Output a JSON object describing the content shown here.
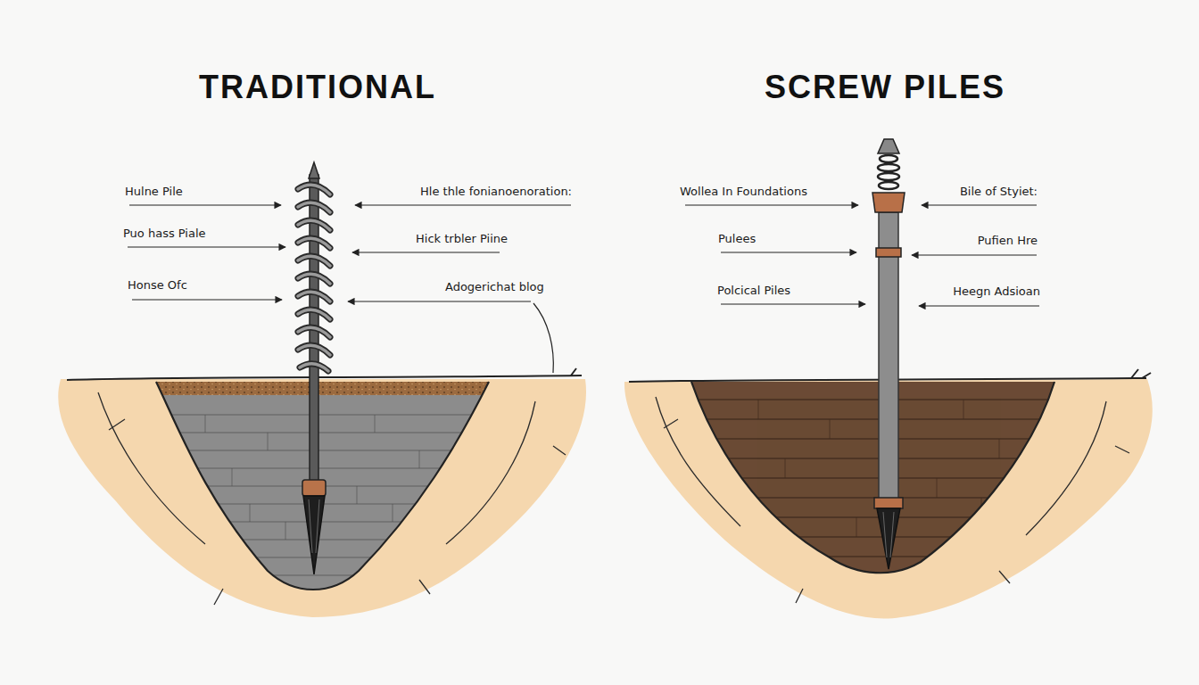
{
  "diagram": {
    "labels": [
      "TRADITIONAL",
      "SCREW PILES",
      "Hulne Pile",
      "Puo hass Piale",
      "Honse Ofc",
      "Hle thle fonianoenoration:",
      "Hick trbler Piine",
      "Adogerichat blog",
      "Wollea In Foundations",
      "Bile of Styiet:",
      "Pulees",
      "Pufien Hre",
      "Polcical Piles",
      "Heegn Adsioan"
    ]
  }
}
